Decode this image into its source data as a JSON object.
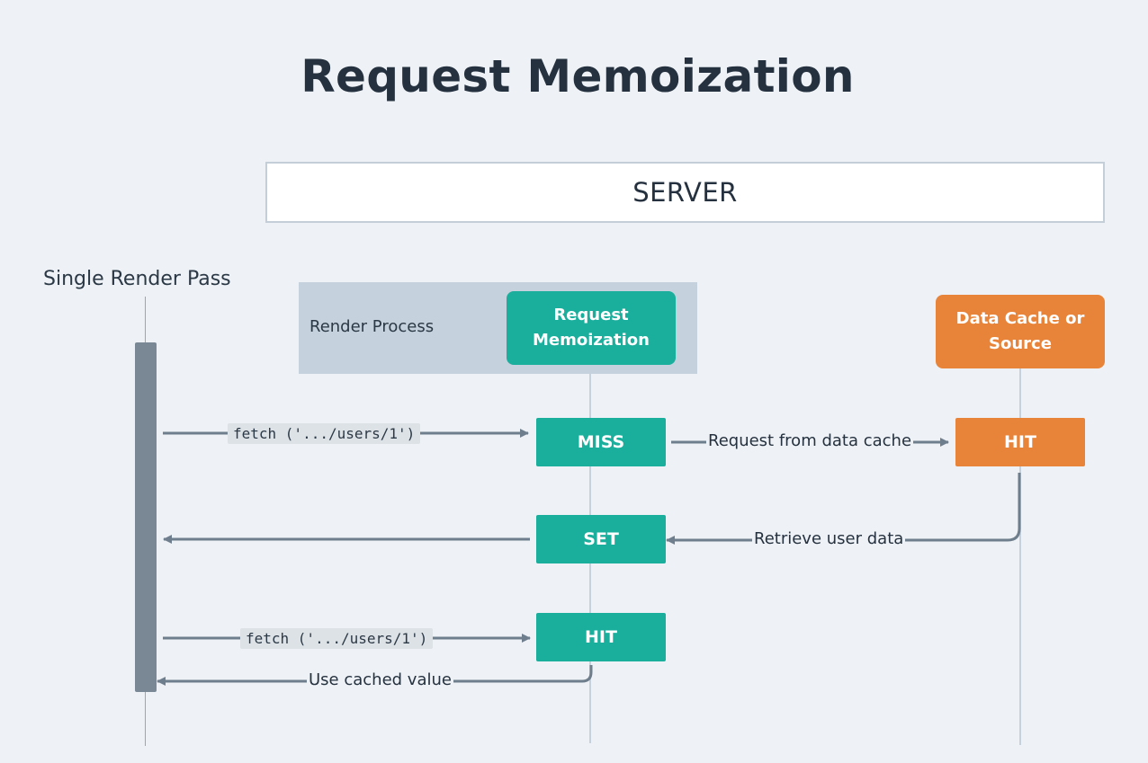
{
  "title": "Request Memoization",
  "server": {
    "label": "SERVER"
  },
  "lanes": {
    "render_pass": "Single Render Pass",
    "render_process": "Render Process",
    "request_memoization": "Request\nMemoization",
    "data_cache": "Data Cache or\nSource"
  },
  "steps": {
    "miss": "MISS",
    "hit_cache": "HIT",
    "set": "SET",
    "hit_memo": "HIT"
  },
  "messages": {
    "fetch_1": "fetch ('.../users/1')",
    "request_from_cache": "Request from data cache",
    "retrieve_user_data": "Retrieve user data",
    "fetch_2": "fetch ('.../users/1')",
    "use_cached_value": "Use cached value"
  },
  "colors": {
    "teal": "#1aae9c",
    "orange": "#e8843a",
    "arrow": "#6f7e8c",
    "background": "#eef2f6"
  }
}
